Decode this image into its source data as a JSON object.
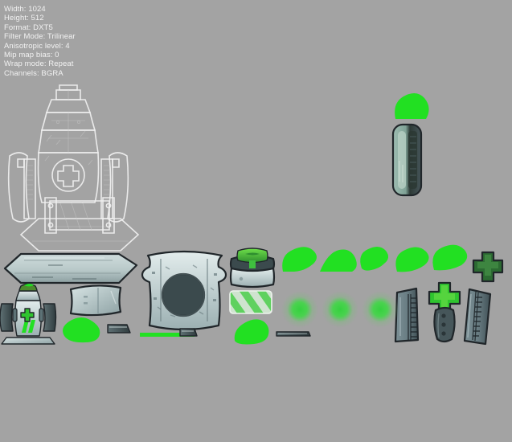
{
  "window": {
    "background_color": "#a3a3a3"
  },
  "metadata": {
    "lines": [
      {
        "label": "Width",
        "value": "1024",
        "text": "Width: 1024"
      },
      {
        "label": "Height",
        "value": "512",
        "text": "Height: 512"
      },
      {
        "label": "Format",
        "value": "DXT5",
        "text": "Format: DXT5"
      },
      {
        "label": "Filter Mode",
        "value": "Trilinear",
        "text": "Filter Mode: Trilinear"
      },
      {
        "label": "Anisotropic level",
        "value": "4",
        "text": "Anisotropic level: 4"
      },
      {
        "label": "Mip map bias",
        "value": "0",
        "text": "Mip map bias: 0"
      },
      {
        "label": "Wrap mode",
        "value": "Repeat",
        "text": "Wrap mode: Repeat"
      },
      {
        "label": "Channels",
        "value": "BGRA",
        "text": "Channels: BGRA"
      }
    ],
    "text_color": "#f2f2f2"
  },
  "texture": {
    "name": "tank-sprite-atlas",
    "palette": {
      "bright_green": "#22e022",
      "mid_green": "#3fbf3f",
      "dark_green": "#2c6b32",
      "ink": "#20262a",
      "pale_steel": "#cfdcdc",
      "steel": "#9fb0b2",
      "dark_steel": "#57676b",
      "slate": "#3b4a4d",
      "wireframe": "#f0f0f0"
    },
    "sprites": [
      {
        "name": "tank-wireframe-outline",
        "label": "Tank body alpha outline"
      },
      {
        "name": "capsule-barrel",
        "label": "Capsule barrel"
      },
      {
        "name": "green-blob-top",
        "label": "Green blob highlight"
      },
      {
        "name": "ground-platform-slab",
        "label": "Ground platform slab"
      },
      {
        "name": "robot-tank-icon",
        "label": "Robot tank icon"
      },
      {
        "name": "green-splat-left",
        "label": "Green splat"
      },
      {
        "name": "small-bar-left",
        "label": "Small bar"
      },
      {
        "name": "tank-body-panel",
        "label": "Tank body panel"
      },
      {
        "name": "armor-plate",
        "label": "Armor plate"
      },
      {
        "name": "green-stripe-bar",
        "label": "Green stripe bar"
      },
      {
        "name": "small-bar-mid",
        "label": "Small bar mid"
      },
      {
        "name": "turret-cap",
        "label": "Turret cap"
      },
      {
        "name": "striped-panel",
        "label": "Diagonal striped panel"
      },
      {
        "name": "green-splat-mid",
        "label": "Green splat mid"
      },
      {
        "name": "green-blob-1",
        "label": "Green blob 1"
      },
      {
        "name": "green-blob-2",
        "label": "Green blob 2"
      },
      {
        "name": "green-blob-3",
        "label": "Green blob 3"
      },
      {
        "name": "green-blob-4",
        "label": "Green blob 4"
      },
      {
        "name": "green-blob-5",
        "label": "Green blob 5"
      },
      {
        "name": "green-cross-dark",
        "label": "Dark green cross"
      },
      {
        "name": "green-cross-bright",
        "label": "Bright green cross"
      },
      {
        "name": "glow-dot-1",
        "label": "Soft green glow 1"
      },
      {
        "name": "glow-dot-2",
        "label": "Soft green glow 2"
      },
      {
        "name": "glow-dot-3",
        "label": "Soft green glow 3"
      },
      {
        "name": "tread-left",
        "label": "Tread left"
      },
      {
        "name": "tread-right",
        "label": "Tread right"
      },
      {
        "name": "pod-module",
        "label": "Pod module"
      },
      {
        "name": "thin-rod",
        "label": "Thin rod"
      },
      {
        "name": "small-bar-right",
        "label": "Small bar right"
      }
    ]
  }
}
